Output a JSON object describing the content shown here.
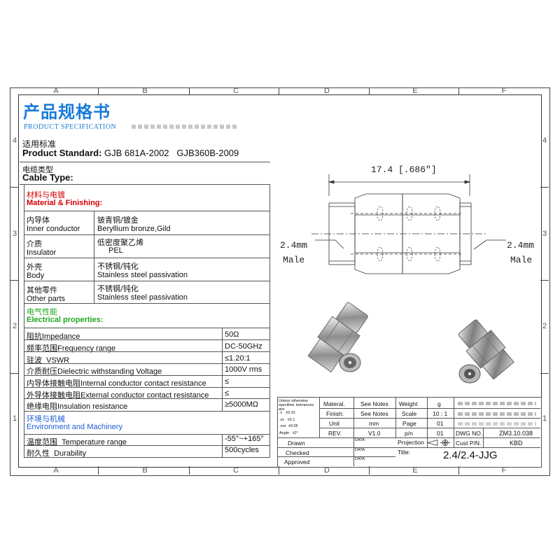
{
  "frame": {
    "cols_top": [
      "A",
      "B",
      "C",
      "D",
      "E",
      "F"
    ],
    "cols_bottom": [
      "A",
      "B",
      "C",
      "D",
      "E",
      "F"
    ],
    "rows_left": [
      "4",
      "3",
      "2",
      "1"
    ],
    "rows_right": [
      "4",
      "3",
      "2",
      "1"
    ]
  },
  "header": {
    "title_cn": "产品规格书",
    "title_en": "PRODUCT SPECIFICATION"
  },
  "standard": {
    "label_cn": "适用标准",
    "label_en": "Product Standard:",
    "value": "GJB 681A-2002   GJB360B-2009"
  },
  "cable": {
    "label_cn": "电缆类型",
    "label_en": "Cable Type:"
  },
  "material": {
    "heading_cn": "材料与电镀",
    "heading_en": "Material & Finishing:",
    "rows": [
      {
        "label_cn": "内导体",
        "label_en": "Inner conductor",
        "value_cn": "铍青铜/镀金",
        "value_en": "Beryllium bronze,Gild"
      },
      {
        "label_cn": "介质",
        "label_en": "Insulator",
        "value_cn": "低密度聚乙烯",
        "value_en": "PEL"
      },
      {
        "label_cn": "外壳",
        "label_en": "Body",
        "value_cn": "不锈钢/钝化",
        "value_en": "Stainless steel passivation"
      },
      {
        "label_cn": "其他零件",
        "label_en": "Other parts",
        "value_cn": "不锈钢/钝化",
        "value_en": "Stainless steel passivation"
      }
    ]
  },
  "electrical": {
    "heading_cn": "电气性能",
    "heading_en": "Electrical properties:",
    "rows": [
      {
        "label": "阻抗Impedance",
        "value": "50Ω"
      },
      {
        "label": "频率范围Frequency range",
        "value": "DC-50GHz"
      },
      {
        "label": "驻波  VSWR",
        "value": "≤1.20:1"
      },
      {
        "label": "介质耐压Dielectric withstanding Voltage",
        "value": "1000V rms"
      },
      {
        "label": "内导体接触电阻Internal conductor contact resistance",
        "value": "≤"
      },
      {
        "label": "外导体接触电阻External conductor contact resistance",
        "value": "≤"
      },
      {
        "label": "绝缘电阻Insulation resistance",
        "value": "≥5000MΩ"
      }
    ]
  },
  "environment": {
    "heading_cn": "环境与机械",
    "heading_en": "Environment and Machinery",
    "rows": [
      {
        "label": "温度范围  Temperature range",
        "value": "-55°~+165°"
      },
      {
        "label": "耐久性  Durability",
        "value": "500cycles"
      }
    ]
  },
  "drawing": {
    "overall_length": "17.4 [.686″]",
    "left_size": "2.4mm",
    "left_gender": "Male",
    "right_size": "2.4mm",
    "right_gender": "Male"
  },
  "title_block": {
    "tolerance_note": "Unless otherwise specified, tolerances are:",
    "tol1": ".x   ±0.15",
    "tol2": ".xx   ±0.1",
    "tol3": ".xxx  ±0.05",
    "tol4": "Angle:  ±2°",
    "material_label": "Materal.",
    "material_value": "See Notes",
    "finish_label": "Finish:",
    "finish_value": "See Notes",
    "unit_label": "Unit",
    "unit_value": "mm",
    "rev_label": "REV.",
    "rev_value": "V1.0",
    "weight_label": "Weight",
    "weight_value": "g",
    "scale_label": "Scale",
    "scale_value": "10 : 1",
    "page_label": "Page",
    "page_value": "01",
    "pn_label": "p/n",
    "pn_value": "01",
    "dwg_label": "DWG NO.",
    "dwg_value": "ZM3.10.038",
    "cust_label": "Cust P/N.",
    "cust_value": "KBD",
    "projection_label": "Projection",
    "title_label": "Title:",
    "title_value": "2.4/2.4-JJG",
    "drawn_label": "Drawn",
    "checked_label": "Checked",
    "approved_label": "Approved",
    "date_label": "DATA:"
  },
  "colors": {
    "title_blue": "#1a7bd6",
    "heading_red": "#d40000",
    "heading_green": "#1fa81f",
    "heading_blue": "#1a5fd6"
  }
}
